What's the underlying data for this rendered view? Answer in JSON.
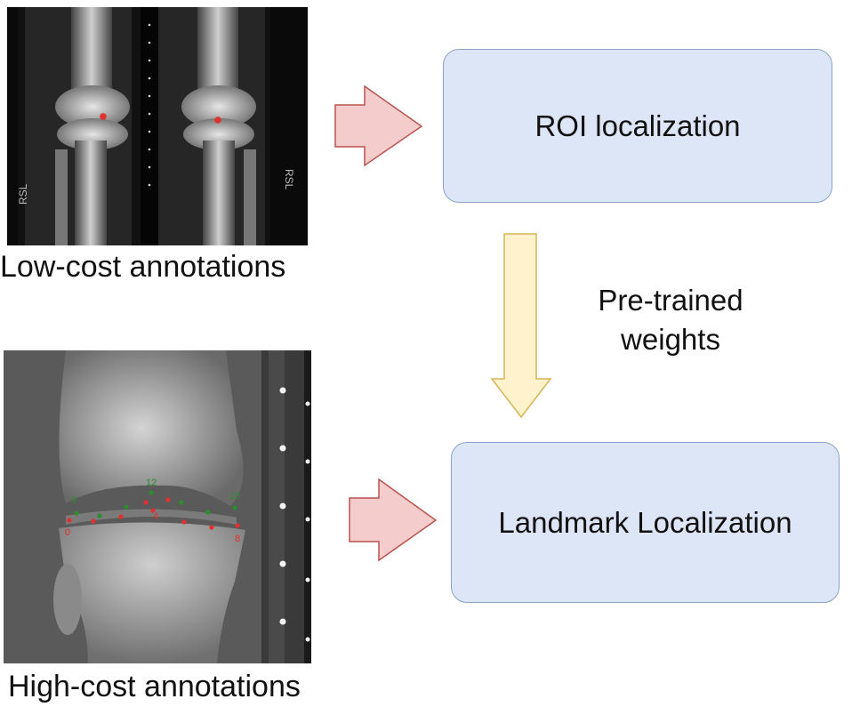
{
  "top_image": {
    "caption": "Low-cost annotations",
    "side_marks": [
      "RSL",
      "RSL"
    ]
  },
  "bottom_image": {
    "caption": "High-cost annotations",
    "green_labels": [
      "9",
      "12",
      "15"
    ],
    "red_labels": [
      "0",
      "4",
      "8"
    ]
  },
  "roi_box": {
    "label": "ROI localization"
  },
  "landmark_box": {
    "label": "Landmark Localization"
  },
  "transfer_label": {
    "line1": "Pre-trained",
    "line2": "weights"
  },
  "colors": {
    "box_fill": "#dce6f6",
    "box_border": "#8aa4c8",
    "red_arrow_fill": "#f4cccc",
    "red_arrow_stroke": "#b85450",
    "yellow_arrow_fill": "#fff2cc",
    "yellow_arrow_stroke": "#d6b656",
    "green_point": "#2e8b2e",
    "red_point": "#e03030"
  }
}
